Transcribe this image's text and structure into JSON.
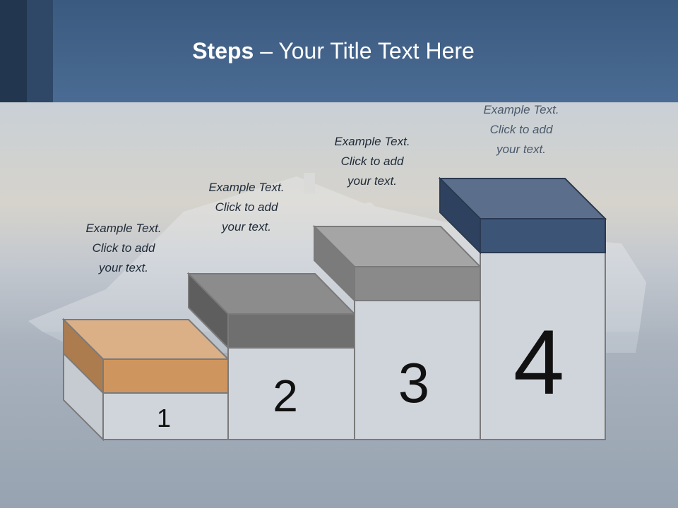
{
  "title": {
    "bold": "Steps",
    "rest": " – Your Title Text Here"
  },
  "steps": [
    {
      "number": "1",
      "lines": [
        "Example Text.",
        "Click  to add",
        "your text."
      ],
      "color": "#cf955e"
    },
    {
      "number": "2",
      "lines": [
        "Example Text.",
        "Click  to add",
        "your text."
      ],
      "color": "#6f6f6f"
    },
    {
      "number": "3",
      "lines": [
        "Example Text.",
        "Click  to add",
        "your text."
      ],
      "color": "#8a8a8a"
    },
    {
      "number": "4",
      "lines": [
        "Example Text.",
        "Click  to add",
        "your text."
      ],
      "color": "#3c5475"
    }
  ]
}
